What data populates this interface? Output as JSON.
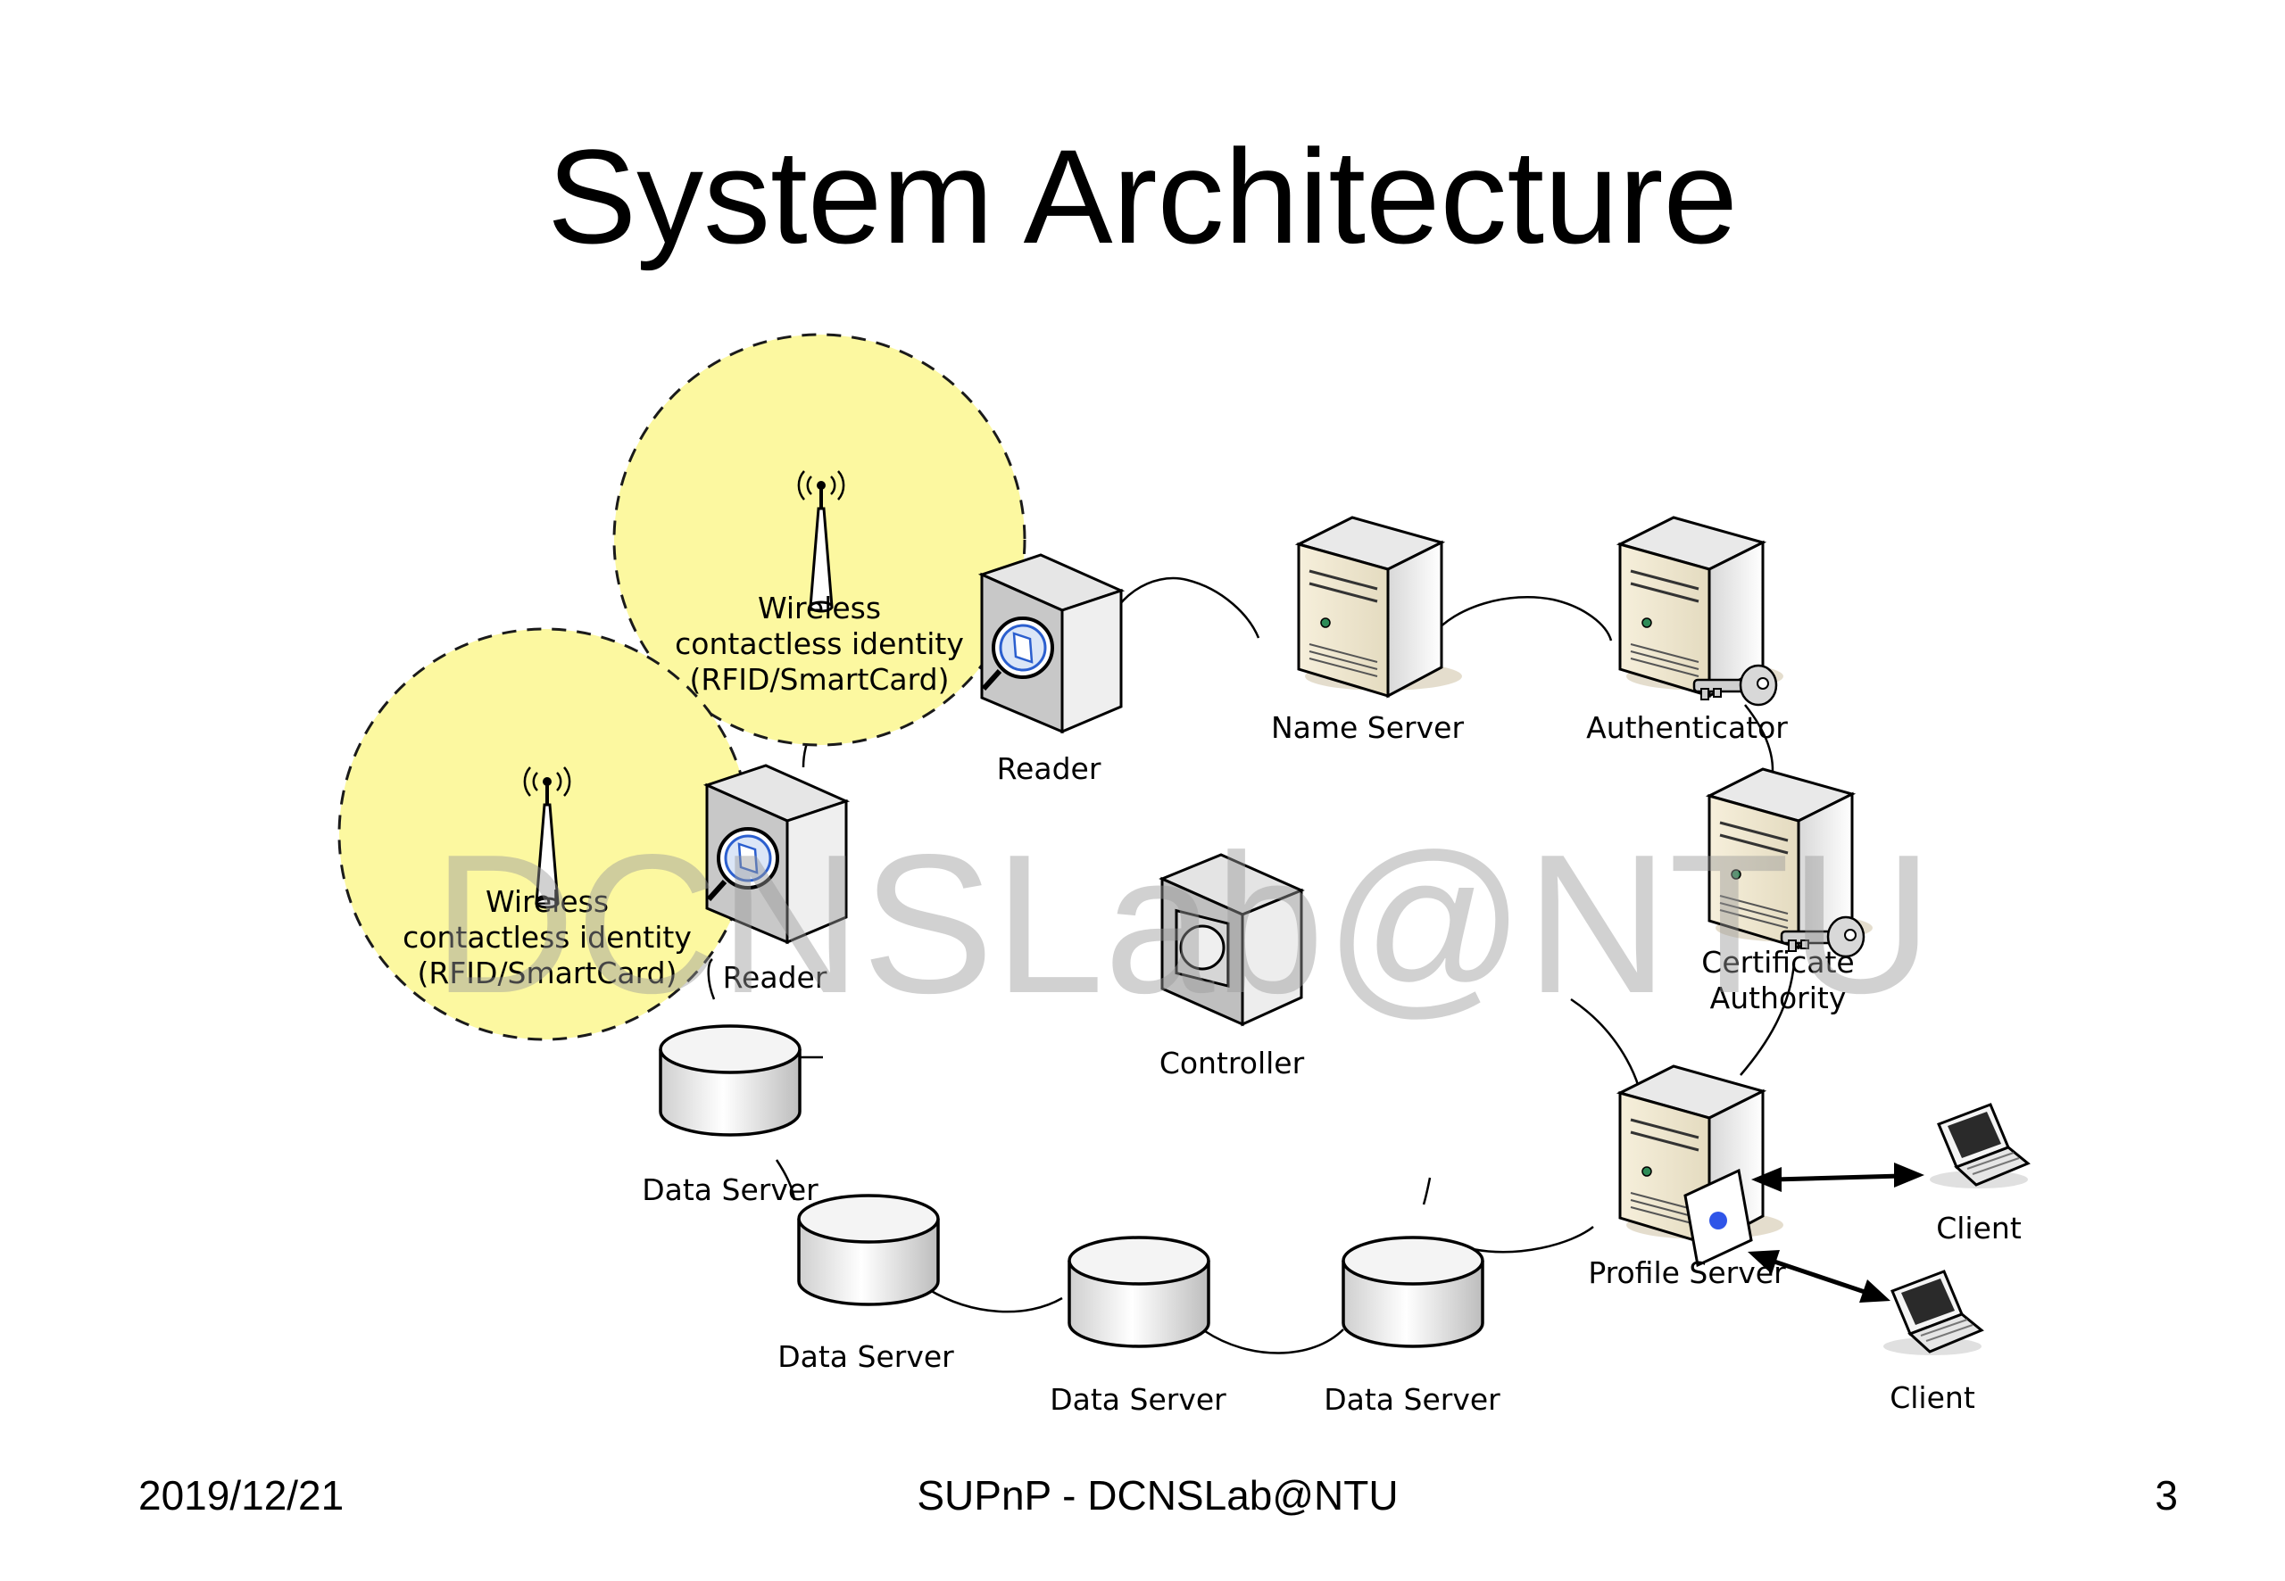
{
  "slide": {
    "title": "System Architecture",
    "watermark": "DCNSLab@NTU",
    "footer": {
      "date": "2019/12/21",
      "center": "SUPnP - DCNSLab@NTU",
      "page": "3"
    }
  },
  "zones": {
    "upper": {
      "line1": "Wireless",
      "line2": "contactless identity",
      "line3": "(RFID/SmartCard)"
    },
    "lower": {
      "line1": "Wireless",
      "line2": "contactless identity",
      "line3": "(RFID/SmartCard)"
    }
  },
  "nodes": {
    "reader_top": "Reader",
    "reader_left": "Reader",
    "name_server": "Name Server",
    "authenticator": "Authenticator",
    "certificate_authority_line1": "Certificate",
    "certificate_authority_line2": "Authority",
    "controller": "Controller",
    "profile_server": "Profile Server",
    "data_server_1": "Data Server",
    "data_server_2": "Data Server",
    "data_server_3": "Data Server",
    "data_server_4": "Data Server",
    "client_top": "Client",
    "client_bottom": "Client"
  },
  "icons": [
    "antenna-icon",
    "card-reader-icon",
    "server-icon",
    "key-icon",
    "controller-icon",
    "database-icon",
    "smartcard-icon",
    "laptop-icon"
  ],
  "colors": {
    "zone_fill": "#fcf8a0",
    "server_body": "#f0f0f0",
    "server_front": "#f3ecd6",
    "accent_blue": "#2f55e8"
  }
}
